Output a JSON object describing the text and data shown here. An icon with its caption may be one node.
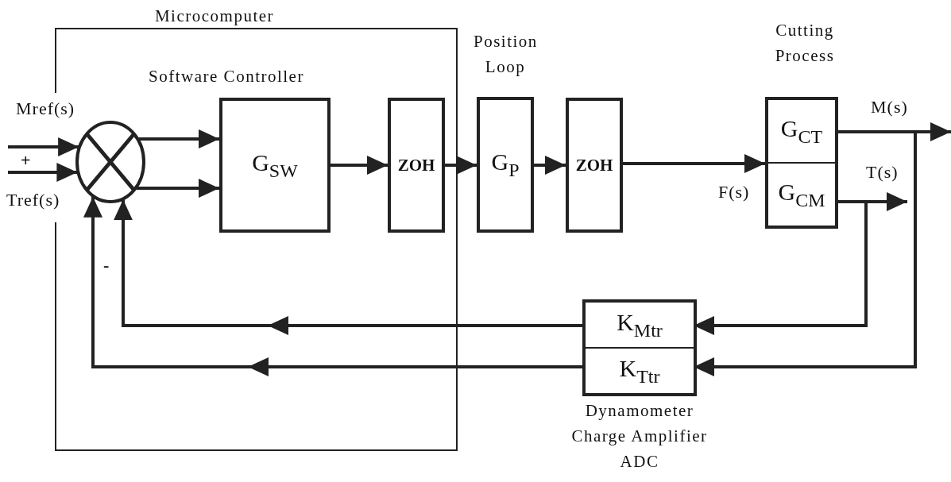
{
  "diagram": {
    "nodes": [
      {
        "text": [
          "Microcomputer"
        ]
      },
      {
        "text": [],
        "shape": "circle",
        "in": 0
      },
      {
        "text": [
          "Software Controller",
          "G$_{SW}$"
        ],
        "in": 0
      },
      {
        "text": [
          "ZOH"
        ],
        "in": 0
      },
      {
        "text": [
          "Position Loop",
          "G$_{P}$"
        ]
      },
      {
        "text": [
          "ZOH"
        ]
      },
      {
        "text": [
          "Cutting Process"
        ]
      },
      {
        "text": [
          "G$_{CT}$"
        ],
        "in": 6
      },
      {
        "text": [
          "G$_{CM}$"
        ],
        "in": 6
      },
      {
        "text": [
          "Dynamometer Charge Amplifier ADC"
        ]
      },
      {
        "text": [
          "K$_{Mtr}$"
        ],
        "in": 9
      },
      {
        "text": [
          "K$_{Ttr}$"
        ],
        "in": 9
      }
    ],
    "edges": [
      {
        "from": null,
        "to": 1,
        "arrow": "to",
        "label": "Mref(s)"
      },
      {
        "from": null,
        "to": 1,
        "arrow": "to",
        "label": "Tref(s)"
      },
      {
        "from": 1,
        "to": 2,
        "arrow": "to"
      },
      {
        "from": 1,
        "to": 2,
        "arrow": "to"
      },
      {
        "from": 2,
        "to": 3,
        "arrow": "to"
      },
      {
        "from": 3,
        "to": 4,
        "arrow": "to"
      },
      {
        "from": 4,
        "to": 5,
        "arrow": "to"
      },
      {
        "from": 5,
        "to": 6,
        "arrow": "to",
        "label": "F(s)"
      },
      {
        "from": 7,
        "to": null,
        "arrow": "to",
        "label": "M(s)"
      },
      {
        "from": 8,
        "to": null,
        "arrow": "to",
        "label": "T(s)"
      },
      {
        "from": 8,
        "to": 10,
        "arrow": "to"
      },
      {
        "from": 7,
        "to": 11,
        "arrow": "to"
      },
      {
        "from": 10,
        "to": 1,
        "arrow": "to"
      },
      {
        "from": 11,
        "to": 1,
        "arrow": "to"
      }
    ],
    "labels": [
      "+",
      "-"
    ]
  }
}
